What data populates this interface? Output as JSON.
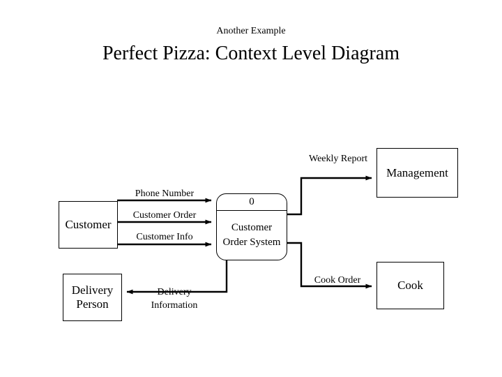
{
  "slide": {
    "subtitle": "Another Example",
    "title": "Perfect Pizza: Context Level Diagram",
    "background_color": "#ffffff",
    "line_color": "#000000",
    "text_color": "#000000"
  },
  "diagram": {
    "type": "context-level-data-flow-diagram",
    "process": {
      "id": "0",
      "name": "Customer Order System"
    },
    "external_entities": [
      {
        "key": "customer",
        "label": "Customer"
      },
      {
        "key": "delivery_person",
        "label": "Delivery Person"
      },
      {
        "key": "management",
        "label": "Management"
      },
      {
        "key": "cook",
        "label": "Cook"
      }
    ],
    "data_flows": [
      {
        "key": "phone_number",
        "label": "Phone Number",
        "from": "Customer",
        "to": "Customer Order System",
        "direction": "right"
      },
      {
        "key": "customer_order",
        "label": "Customer Order",
        "from": "Customer",
        "to": "Customer Order System",
        "direction": "right"
      },
      {
        "key": "customer_info",
        "label": "Customer Info",
        "from": "Customer",
        "to": "Customer Order System",
        "direction": "right"
      },
      {
        "key": "weekly_report",
        "label": "Weekly Report",
        "from": "Customer Order System",
        "to": "Management",
        "direction": "right"
      },
      {
        "key": "cook_order",
        "label": "Cook Order",
        "from": "Customer Order System",
        "to": "Cook",
        "direction": "right"
      },
      {
        "key": "delivery_information",
        "label": "Delivery Information",
        "from": "Customer Order System",
        "to": "Delivery Person",
        "direction": "left"
      }
    ]
  }
}
